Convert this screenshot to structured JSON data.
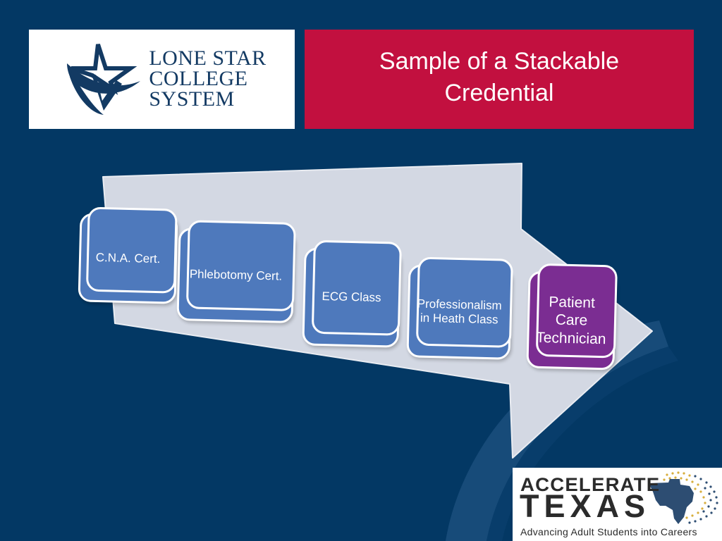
{
  "slide": {
    "background_color": "#033864",
    "accent_red": "#C2103F",
    "chevron_blue": "#4E79BC",
    "chevron_purple": "#7B2D92",
    "arrow_color": "#D3D8E3",
    "swoosh_color": "#1B4F7D"
  },
  "header": {
    "title": "Sample of a Stackable Credential",
    "title_line1": "Sample of a Stackable",
    "title_line2": "Credential",
    "logo": {
      "name": "lone-star-college-system-logo",
      "line1": "LONE STAR",
      "line2": "COLLEGE",
      "line3": "SYSTEM",
      "color": "#133A63"
    }
  },
  "diagram": {
    "type": "process-arrow",
    "name": "stackable-credential-pathway",
    "steps": [
      {
        "label": "C.N.A. Cert.",
        "color": "#4E79BC",
        "kind": "course"
      },
      {
        "label": "Phlebotomy Cert.",
        "color": "#4E79BC",
        "kind": "course"
      },
      {
        "label": "ECG Class",
        "color": "#4E79BC",
        "kind": "course"
      },
      {
        "label": "Professionalism in Heath Class",
        "color": "#4E79BC",
        "kind": "course"
      },
      {
        "label": "Patient Care Technician",
        "color": "#7B2D92",
        "kind": "credential"
      }
    ]
  },
  "footer": {
    "logo": {
      "name": "accelerate-texas-logo",
      "word_top": "ACCELERATE",
      "word_bottom": "TEXAS",
      "tagline": "Advancing Adult Students into Careers",
      "text_color": "#2B2B2B",
      "state_color": "#2D4D72",
      "dot_gold": "#D8AE3C"
    }
  }
}
